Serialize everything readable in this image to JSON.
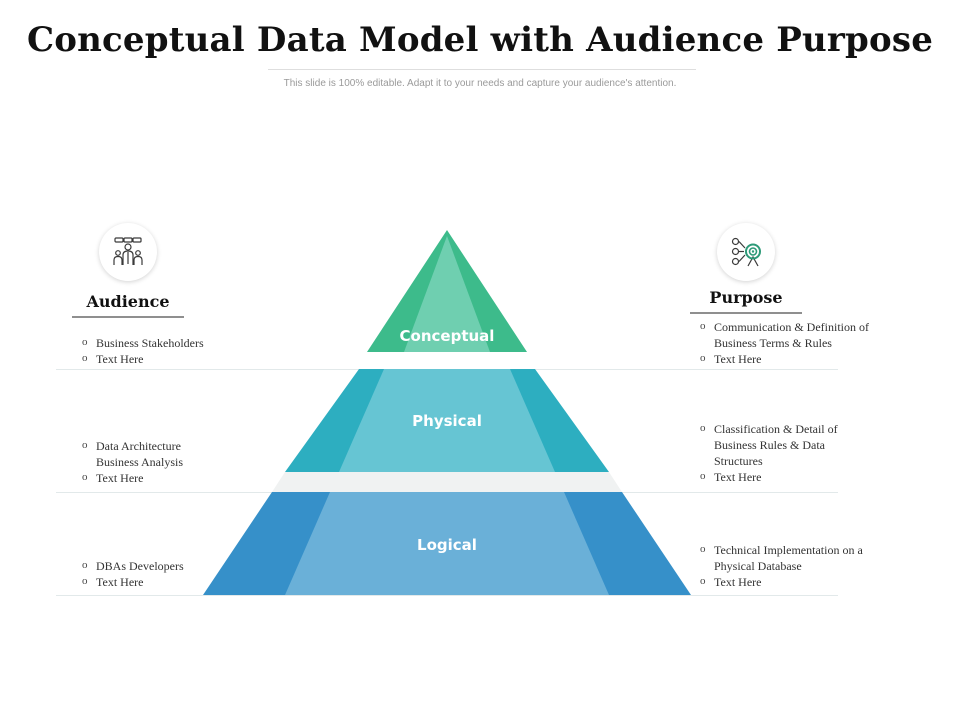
{
  "title": "Conceptual Data Model with Audience Purpose",
  "subtitle": "This slide is 100% editable. Adapt it to your needs and capture your audience's attention.",
  "audience": {
    "heading": "Audience",
    "icon": "audience-group-icon",
    "rows": [
      {
        "items": [
          "Business  Stakeholders",
          "Text Here"
        ]
      },
      {
        "items": [
          "Data Architecture",
          "Business  Analysis",
          "Text Here"
        ]
      },
      {
        "items": [
          "DBAs Developers",
          "Text Here"
        ]
      }
    ]
  },
  "purpose": {
    "heading": "Purpose",
    "icon": "target-purpose-icon",
    "rows": [
      {
        "items": [
          "Communication  & Definition of Business  Terms  & Rules",
          "Text Here"
        ]
      },
      {
        "items": [
          "Classification  & Detail of Business  Rules  & Data Structures",
          "Text Here"
        ]
      },
      {
        "items": [
          "Technical  Implementation on a Physical  Database",
          "Text Here"
        ]
      }
    ]
  },
  "pyramid": {
    "levels": [
      {
        "label": "Conceptual",
        "color_outer": "#3dbb8b",
        "color_inner": "#6fcfb0"
      },
      {
        "label": "Physical",
        "color_outer": "#2daec0",
        "color_inner": "#66c5d3"
      },
      {
        "label": "Logical",
        "color_outer": "#3690c9",
        "color_inner": "#6ab0d8"
      }
    ]
  }
}
